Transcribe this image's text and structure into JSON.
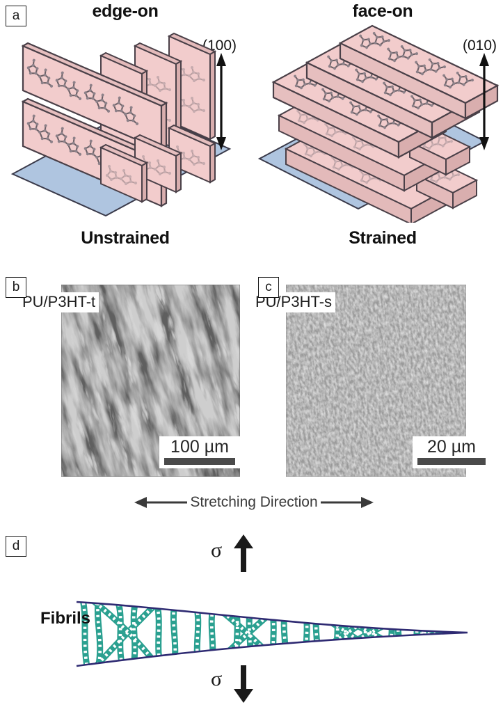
{
  "figure": {
    "panels": [
      {
        "tag": "a",
        "columns": [
          {
            "title": "edge-on",
            "miller_index": "(100)",
            "state": "Unstrained",
            "orientation": "edge-on",
            "lamella_color": "#F2CCCC",
            "substrate_color": "#AFC5E0"
          },
          {
            "title": "face-on",
            "miller_index": "(010)",
            "state": "Strained",
            "orientation": "face-on",
            "lamella_color": "#F2CCCC",
            "substrate_color": "#AFC5E0"
          }
        ]
      },
      {
        "tag": "b",
        "sample_label": "PU/P3HT-t",
        "scalebar": "100 µm",
        "micrograph_type": "optical-micrograph-coarse-fibrillar"
      },
      {
        "tag": "c",
        "sample_label": "PU/P3HT-s",
        "scalebar": "20 µm",
        "micrograph_type": "optical-micrograph-fine-granular"
      },
      {
        "tag": "d",
        "fibrils_label": "Fibrils",
        "stress_symbol_top": "σ",
        "stress_symbol_bottom": "σ",
        "craze_outline_color": "#2E2A72",
        "fibril_color": "#2AA090"
      }
    ],
    "stretching": {
      "label": "Stretching Direction",
      "left_arrow": "←",
      "right_arrow": "→"
    }
  }
}
